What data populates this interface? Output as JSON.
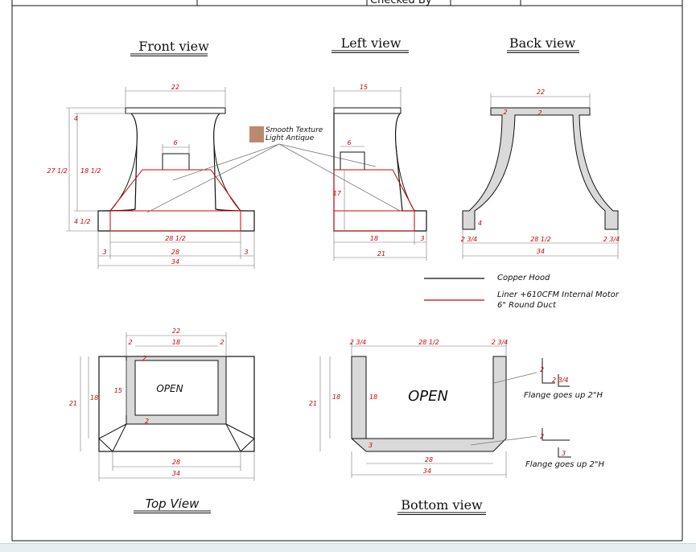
{
  "header": {
    "checked_by_label": "Checked By"
  },
  "views": {
    "front": "Front view",
    "left": "Left view",
    "back": "Back view",
    "top": "Top View",
    "bottom": "Bottom view"
  },
  "swatch": {
    "line1": "Smooth Texture",
    "line2": "Light Antique",
    "color": "#b98a6c"
  },
  "legend": {
    "copper": "Copper Hood",
    "liner1": "Liner +610CFM Internal Motor",
    "liner2": "6\" Round Duct",
    "copper_color": "#111111",
    "liner_color": "#d00000"
  },
  "open_labels": {
    "top": "OPEN",
    "bottom": "OPEN"
  },
  "flange": {
    "note1": "Flange goes up 2\"H",
    "note2": "Flange goes up 2\"H"
  },
  "dims": {
    "front": {
      "top": "22",
      "height": "27 1/2",
      "top_band": "4",
      "bottom_band": "4 1/2",
      "inner_h": "18 1/2",
      "duct": "6",
      "liner": "28 1/2",
      "inner": "28",
      "side_l": "3",
      "side_r": "3",
      "overall": "34"
    },
    "left": {
      "top": "15",
      "duct": "6",
      "liner_h": "17",
      "inner": "18",
      "side": "3",
      "overall": "21"
    },
    "back": {
      "top": "22",
      "wall_l": "2",
      "wall_c": "2",
      "foot": "4",
      "side_l": "2 3/4",
      "center": "28 1/2",
      "side_r": "2 3/4",
      "overall": "34"
    },
    "top": {
      "overall_w": "22",
      "inner_w": "18",
      "rim_l": "2",
      "rim_r": "2",
      "rim_t": "2",
      "rim_b": "2",
      "depth": "21",
      "inner_d": "18",
      "open_d": "15",
      "front_w": "28",
      "overall": "34"
    },
    "bottom": {
      "side_l": "2 3/4",
      "center": "28 1/2",
      "side_r": "2 3/4",
      "depth": "21",
      "inner_d": "18",
      "arm_d": "18",
      "front_rim": "3",
      "front_w": "28",
      "overall": "34",
      "fl1_a": "2",
      "fl1_b": "2 3/4",
      "fl2_a": "2",
      "fl2_b": "3"
    }
  }
}
